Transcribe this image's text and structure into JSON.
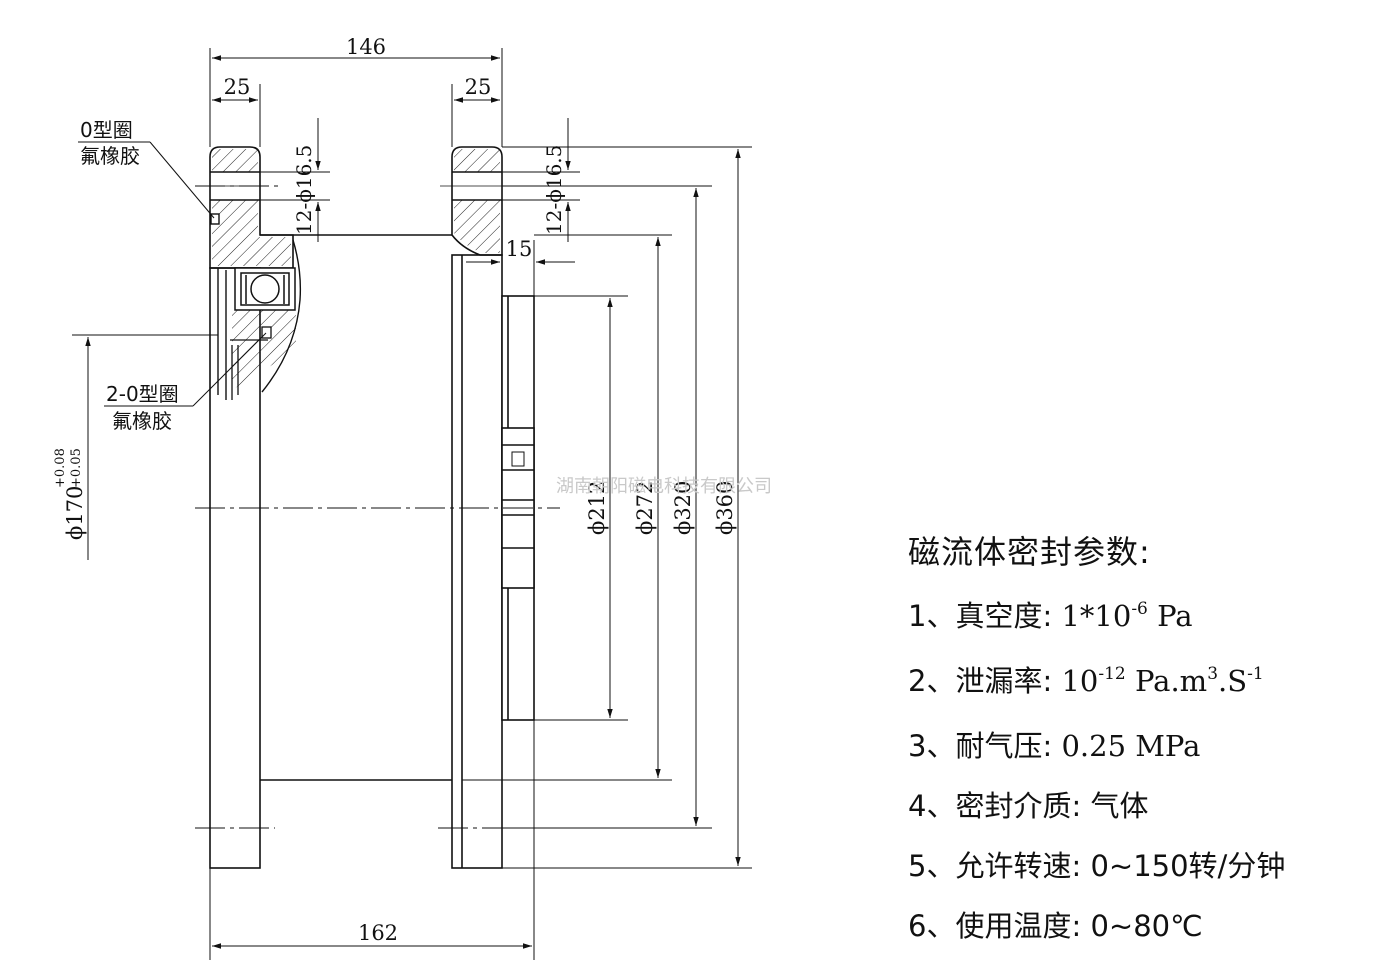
{
  "dimensions": {
    "overall_top": "146",
    "flange_left": "25",
    "flange_right": "25",
    "hole_left": "12-ϕ16.5",
    "hole_right": "12-ϕ16.5",
    "gap": "15",
    "bottom": "162",
    "d170_main": "ϕ170",
    "d170_upper": "+0.08",
    "d170_lower": "+0.05",
    "d212": "ϕ212",
    "d272": "ϕ272",
    "d320": "ϕ320",
    "d360": "ϕ360"
  },
  "labels": {
    "oring1_line1": "0型圈",
    "oring1_line2": "氟橡胶",
    "oring2_line1": "2-0型圈",
    "oring2_line2": "氟橡胶"
  },
  "watermark": "湖南朝阳磁电科技有限公司",
  "params": {
    "title": "磁流体密封参数:",
    "items": [
      {
        "lead": "1、真空度:",
        "v1": " 1*10",
        "s1": "-6",
        "v2": " Pa"
      },
      {
        "lead": "2、泄漏率:",
        "v1": " 10",
        "s1": "-12",
        "v2": " Pa.m",
        "s2": "3",
        "v3": ".S",
        "s3": "-1"
      },
      {
        "lead": "3、耐气压:",
        "v1": " 0.25 MPa"
      },
      {
        "lead": "4、密封介质:",
        "v1": " 气体"
      },
      {
        "lead": "5、允许转速:",
        "v1": " 0~150转/分钟"
      },
      {
        "lead": "6、使用温度:",
        "v1": " 0~80℃"
      }
    ]
  }
}
